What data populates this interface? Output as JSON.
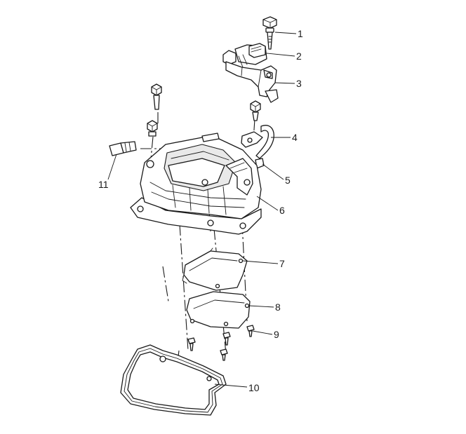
{
  "callouts": [
    {
      "id": "1",
      "label": "1"
    },
    {
      "id": "2",
      "label": "2"
    },
    {
      "id": "3",
      "label": "3"
    },
    {
      "id": "4",
      "label": "4"
    },
    {
      "id": "5",
      "label": "5"
    },
    {
      "id": "6",
      "label": "6"
    },
    {
      "id": "7",
      "label": "7"
    },
    {
      "id": "8",
      "label": "8"
    },
    {
      "id": "9",
      "label": "9"
    },
    {
      "id": "10",
      "label": "10"
    },
    {
      "id": "11",
      "label": "11"
    }
  ],
  "colors": {
    "line": "#1a1a1a",
    "background": "#ffffff",
    "shade": "#e9e9e9"
  }
}
